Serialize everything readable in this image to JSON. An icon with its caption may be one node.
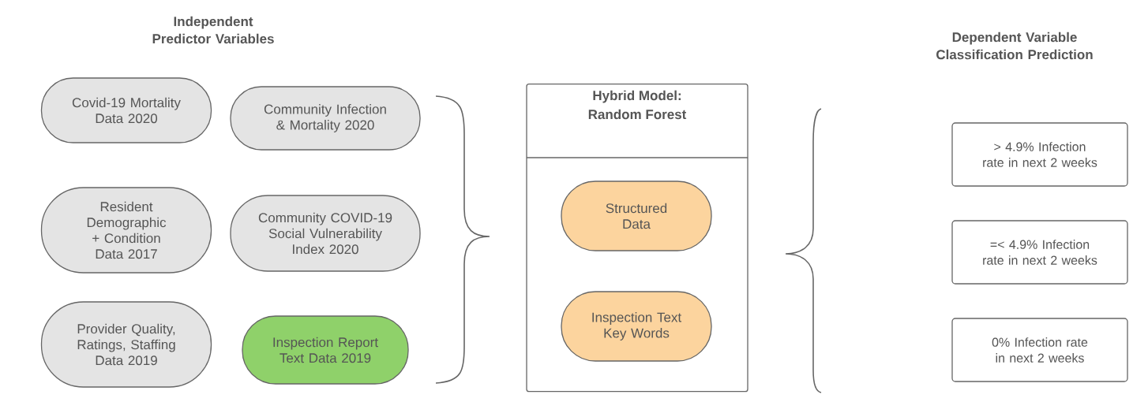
{
  "diagram": {
    "nodes": [
      {
        "text": [
          "Covid-19 Mortality Data 2020"
        ]
      },
      {
        "text": [
          "Community Infection & Mortality 2020"
        ]
      },
      {
        "text": [
          "Resident Demographic + Condition Data 2017"
        ]
      },
      {
        "text": [
          "Community COVID-19 Social Vulnerability Index 2020"
        ]
      },
      {
        "text": [
          "Provider Quality, Ratings, Staffing Data 2019"
        ]
      },
      {
        "text": [
          "Inspection Report Text Data 2019"
        ]
      },
      {
        "text": [
          "Hybrid Model: Random Forest"
        ]
      },
      {
        "text": [
          "Structured Data"
        ],
        "in": 6
      },
      {
        "text": [
          "Inspection Text Key Words"
        ],
        "in": 6
      },
      {
        "text": [
          "> 4.9% Infection rate in next 2 weeks"
        ]
      },
      {
        "text": [
          "=< 4.9% Infection rate in next 2 weeks"
        ]
      },
      {
        "text": [
          "0% Infection rate in next 2 weeks"
        ]
      }
    ],
    "labels": [
      "Independent Predictor Variables",
      "Dependent Variable Classification Prediction"
    ]
  }
}
